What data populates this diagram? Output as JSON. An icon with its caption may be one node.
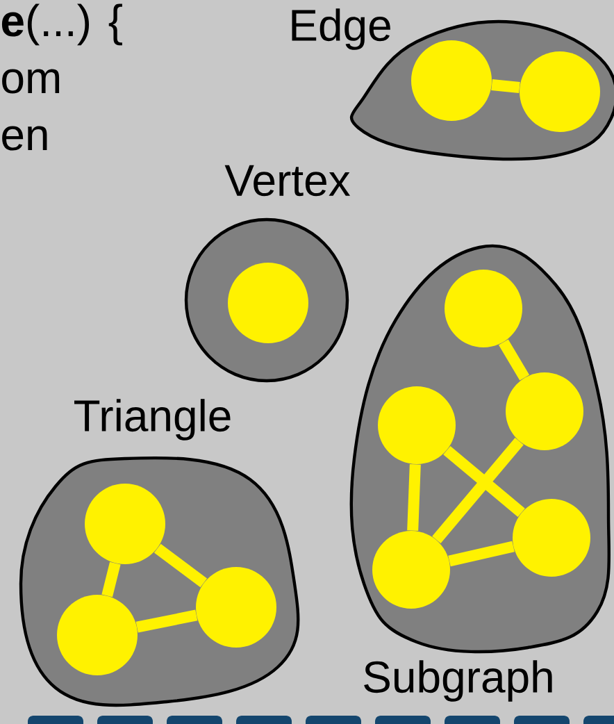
{
  "diagram": {
    "nodes": [
      {
        "text": [
          "Edge"
        ]
      },
      {
        "text": [],
        "shape": "circle",
        "in": 0
      },
      {
        "text": [],
        "shape": "circle",
        "in": 0
      },
      {
        "text": [
          "Vertex"
        ]
      },
      {
        "text": [],
        "shape": "circle",
        "in": 3
      },
      {
        "text": [
          "Subgraph"
        ]
      },
      {
        "text": [],
        "shape": "circle",
        "in": 5
      },
      {
        "text": [],
        "shape": "circle",
        "in": 5
      },
      {
        "text": [],
        "shape": "circle",
        "in": 5
      },
      {
        "text": [],
        "shape": "circle",
        "in": 5
      },
      {
        "text": [],
        "shape": "circle",
        "in": 5
      },
      {
        "text": [
          "Triangle"
        ]
      },
      {
        "text": [],
        "shape": "circle",
        "in": 11
      },
      {
        "text": [],
        "shape": "circle",
        "in": 11
      },
      {
        "text": [],
        "shape": "circle",
        "in": 11
      }
    ],
    "edges": [
      {
        "from": 1,
        "to": 2,
        "arrow": "none"
      },
      {
        "from": 6,
        "to": 8,
        "arrow": "none"
      },
      {
        "from": 7,
        "to": 10,
        "arrow": "none"
      },
      {
        "from": 7,
        "to": 9,
        "arrow": "none"
      },
      {
        "from": 8,
        "to": 10,
        "arrow": "none"
      },
      {
        "from": 10,
        "to": 9,
        "arrow": "none"
      },
      {
        "from": 12,
        "to": 14,
        "arrow": "none"
      },
      {
        "from": 12,
        "to": 13,
        "arrow": "none"
      },
      {
        "from": 13,
        "to": 14,
        "arrow": "none"
      }
    ],
    "labels": [
      "**e**(...) {",
      "om",
      "en"
    ]
  }
}
